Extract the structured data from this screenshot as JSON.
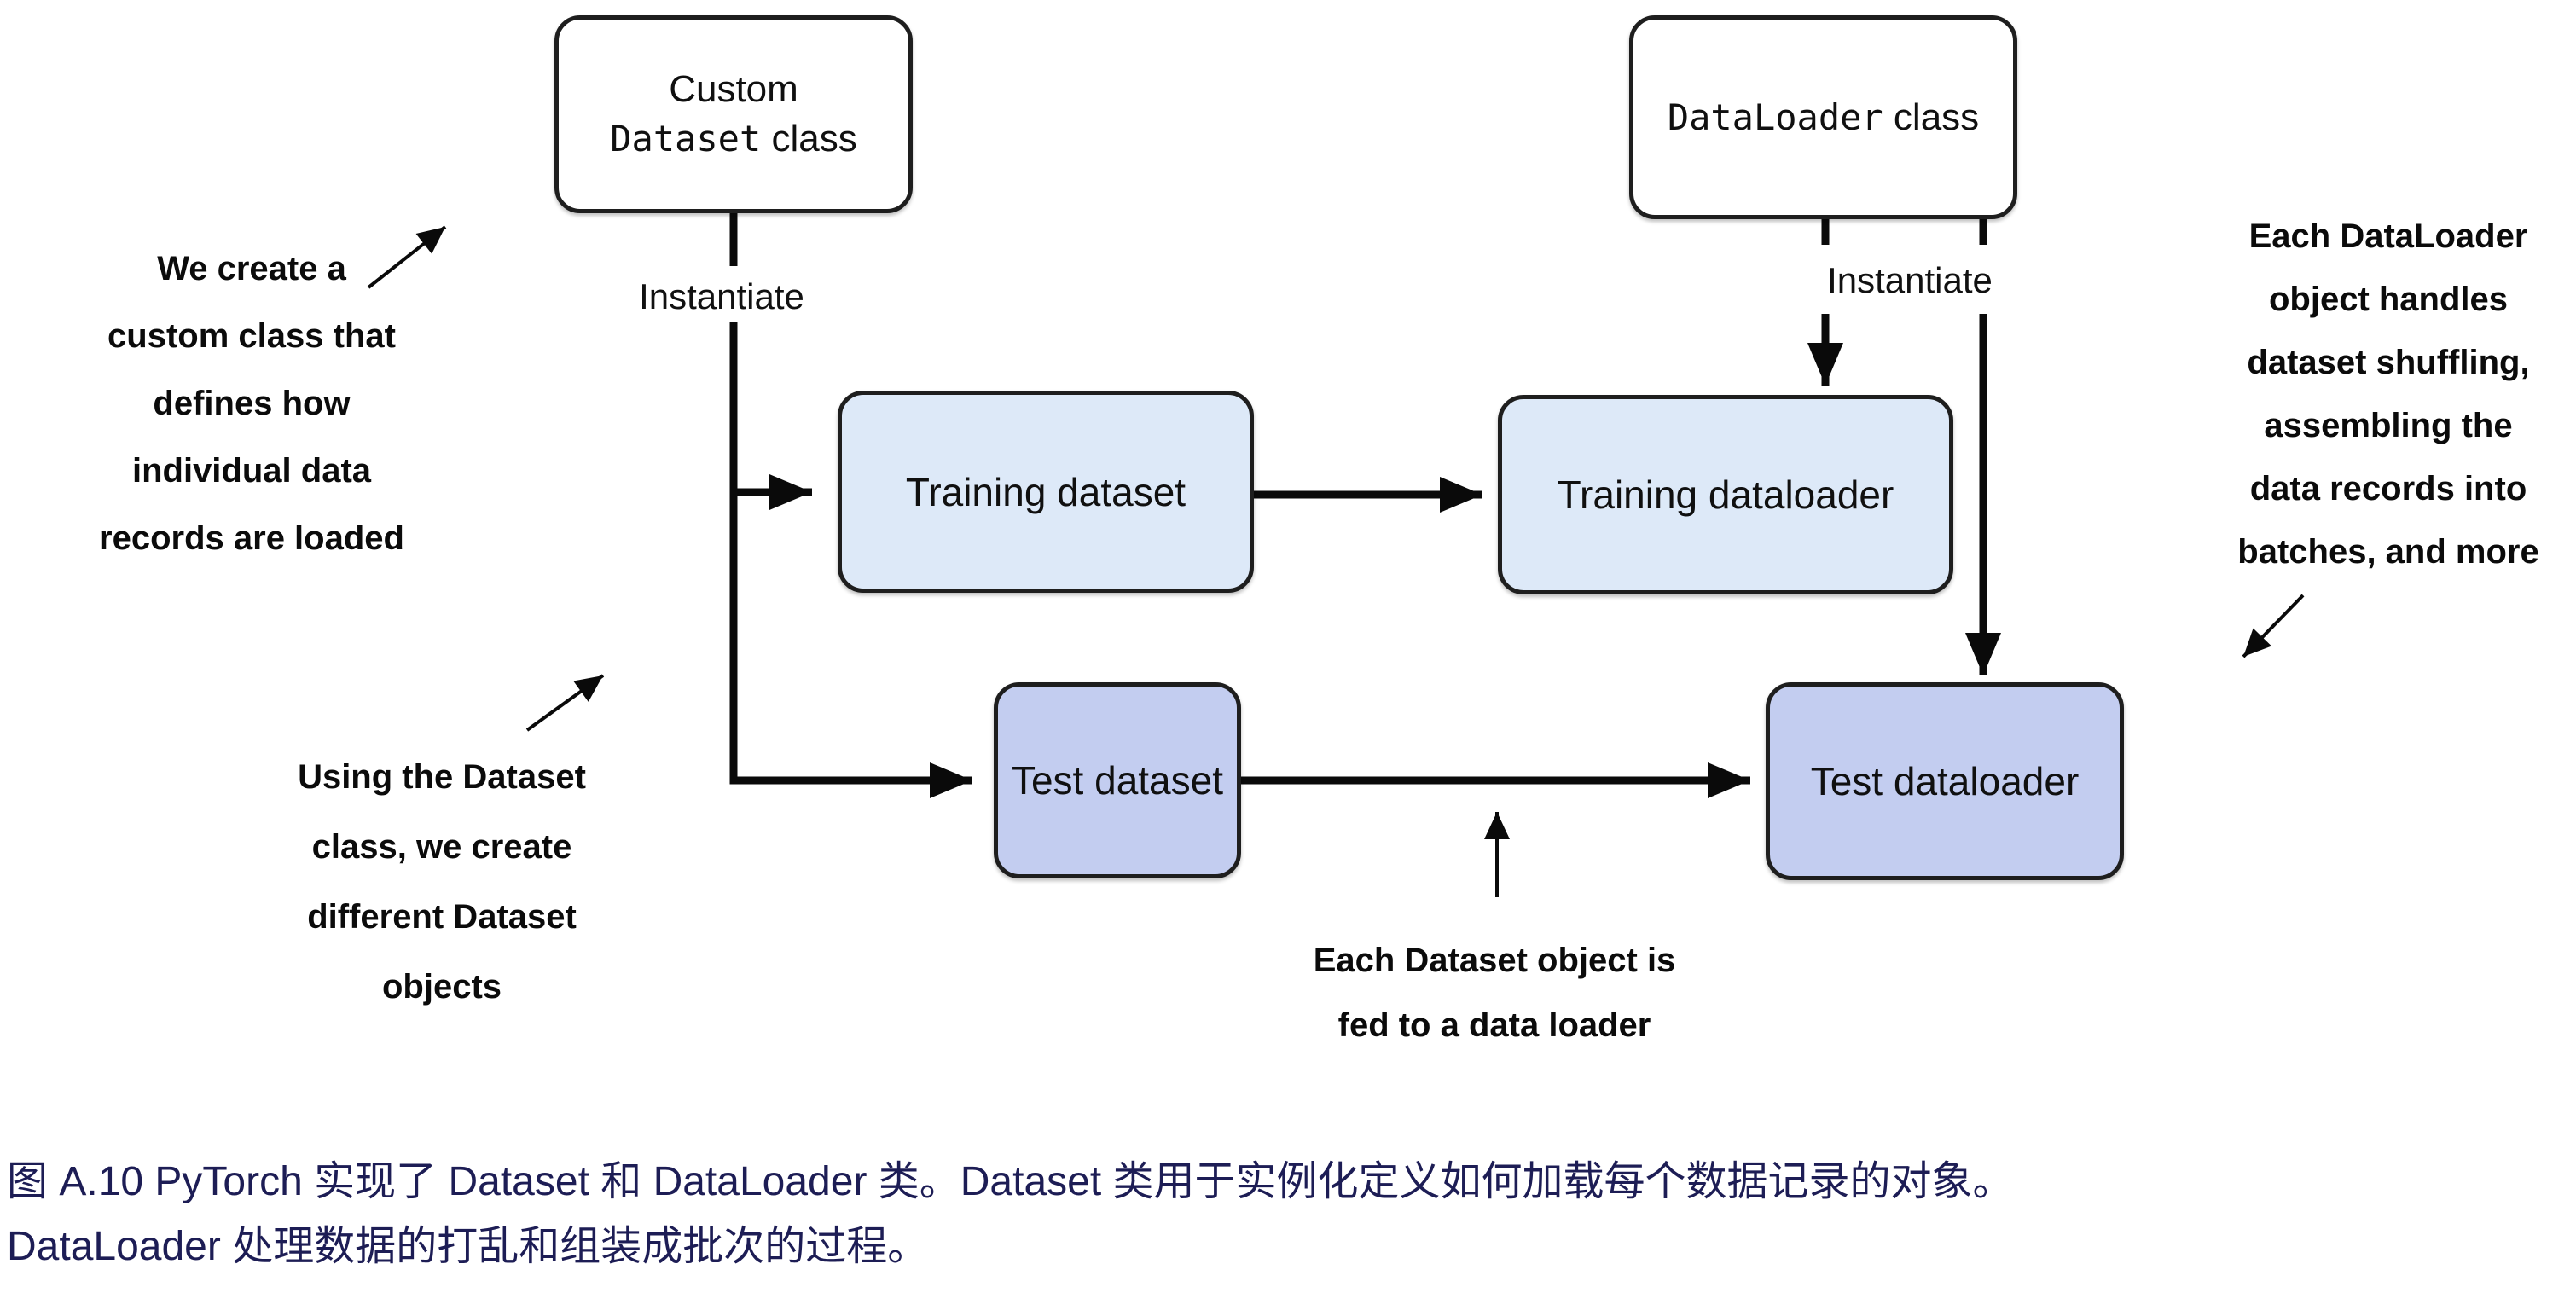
{
  "nodes": {
    "custom_dataset_class": {
      "line1": "Custom",
      "code": "Dataset",
      "suffix": " class"
    },
    "dataloader_class": {
      "code": "DataLoader",
      "suffix": " class"
    },
    "training_dataset": {
      "label": "Training dataset"
    },
    "training_dataloader": {
      "label": "Training dataloader"
    },
    "test_dataset": {
      "label": "Test dataset"
    },
    "test_dataloader": {
      "label": "Test dataloader"
    }
  },
  "edge_labels": {
    "instantiate_left": "Instantiate",
    "instantiate_right": "Instantiate"
  },
  "annotations": {
    "left": {
      "lines": [
        "We create a",
        "custom class that",
        "defines how",
        "individual data",
        "records are loaded"
      ]
    },
    "bottom_left": {
      "lines": [
        "Using the Dataset",
        "class, we create",
        "different Dataset",
        "objects"
      ]
    },
    "dataset_to_loader": {
      "lines": [
        "Each Dataset object is",
        "fed to a data loader"
      ]
    },
    "right": {
      "lines": [
        "Each DataLoader",
        "object handles",
        "dataset shuffling,",
        "assembling the",
        "data records into",
        "batches, and more"
      ]
    }
  },
  "caption": {
    "line1": "图 A.10 PyTorch 实现了 Dataset 和 DataLoader 类。Dataset 类用于实例化定义如何加载每个数据记录的对象。",
    "line2": "DataLoader 处理数据的打乱和组装成批次的过程。"
  },
  "colors": {
    "node_light_blue": "#dde9f8",
    "node_lavender": "#c3cdf0",
    "node_border": "#1e1e1e",
    "connector": "#0a0a0a",
    "caption_text": "#1d1d55"
  }
}
